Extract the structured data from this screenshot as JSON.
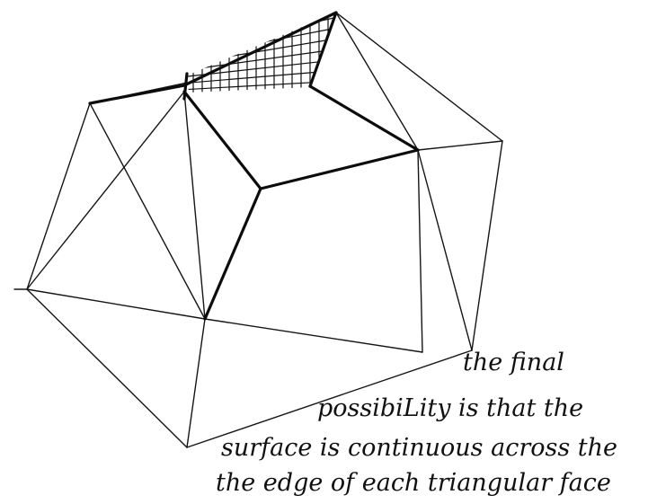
{
  "caption": {
    "lines": [
      "the final",
      "possibiLity is that the",
      "surface is continuous across the",
      "the edge of each triangular face"
    ]
  },
  "colors": {
    "ink": "#111111",
    "paper": "#ffffff"
  }
}
